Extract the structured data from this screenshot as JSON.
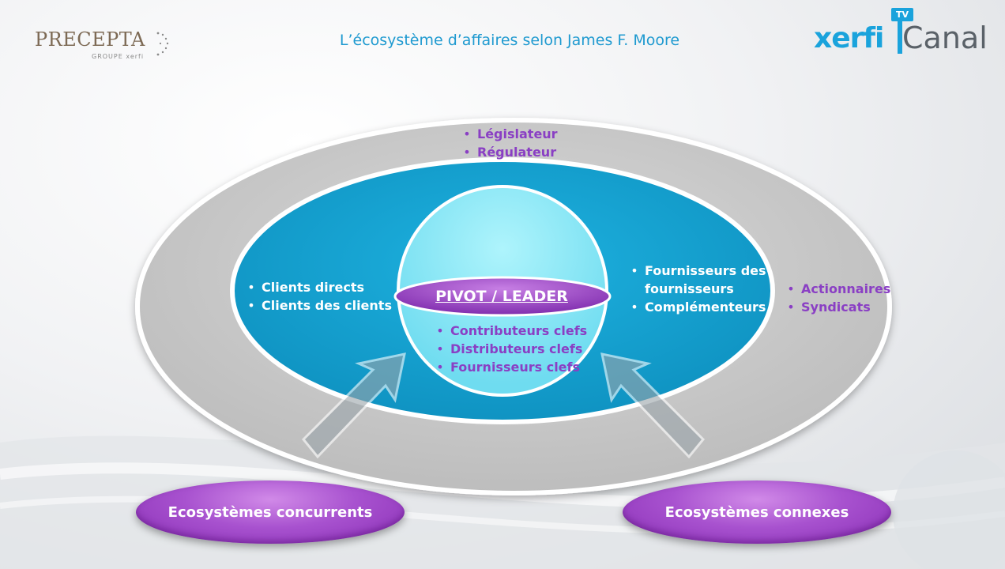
{
  "header": {
    "title": "L’écosystème d’affaires selon James F. Moore",
    "logo_left": {
      "name": "PRECEPTA",
      "sub": "GROUPE xerfi"
    },
    "logo_right": {
      "xerfi": "xerfi",
      "canal": "Canal",
      "tv": "TV"
    }
  },
  "outer_ring": {
    "top_items": [
      "Législateur",
      "Régulateur"
    ],
    "right_items": [
      "Actionnaires",
      "Syndicats"
    ]
  },
  "middle_ring": {
    "left_items": [
      "Clients directs",
      "Clients des clients"
    ],
    "right_items": [
      "Fournisseurs des fournisseurs",
      "Complémenteurs"
    ]
  },
  "core": {
    "label": "PIVOT / LEADER",
    "items": [
      "Contributeurs clefs",
      "Distributeurs clefs",
      "Fournisseurs clefs"
    ]
  },
  "bottom": {
    "left_label": "Ecosystèmes concurrents",
    "right_label": "Ecosystèmes connexes"
  },
  "colors": {
    "accent_blue": "#1f9ad0",
    "mid_blue": "#1aa3dc",
    "core_cyan": "#7fe6f7",
    "purple": "#8a3fc4",
    "outer_gray": "#c7c7c7"
  }
}
